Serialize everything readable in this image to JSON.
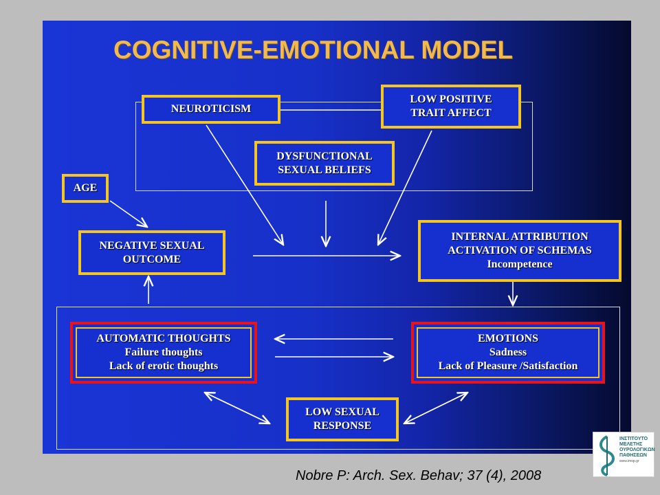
{
  "title": "COGNITIVE-EMOTIONAL MODEL",
  "boxes": {
    "neuroticism": "NEUROTICISM",
    "low_positive": [
      "LOW POSITIVE",
      "TRAIT AFFECT"
    ],
    "dysfunctional": [
      "DYSFUNCTIONAL",
      "SEXUAL BELIEFS"
    ],
    "age": "AGE",
    "negative_outcome": [
      "NEGATIVE SEXUAL",
      "OUTCOME"
    ],
    "internal_attribution": [
      "INTERNAL ATTRIBUTION",
      "ACTIVATION OF SCHEMAS",
      "Incompetence"
    ],
    "automatic_thoughts": [
      "AUTOMATIC THOUGHTS",
      "Failure thoughts",
      "Lack of erotic thoughts"
    ],
    "emotions": [
      "EMOTIONS",
      "Sadness",
      "Lack of Pleasure /Satisfaction"
    ],
    "low_response": [
      "LOW SEXUAL",
      "RESPONSE"
    ]
  },
  "citation": "Nobre P: Arch. Sex. Behav; 37 (4), 2008",
  "logo": {
    "lines": [
      "ΙΝΣΤΙΤΟΥΤΟ",
      "ΜΕΛΕΤΗΣ",
      "ΟΥΡΟΛΟΓΙΚΩΝ",
      "ΠΑΘΗΣΕΩΝ"
    ],
    "url": "www.imop.gr"
  },
  "colors": {
    "box_border": "#f5c524",
    "emphasis_border": "#e8141c",
    "title": "#f2b94f"
  }
}
